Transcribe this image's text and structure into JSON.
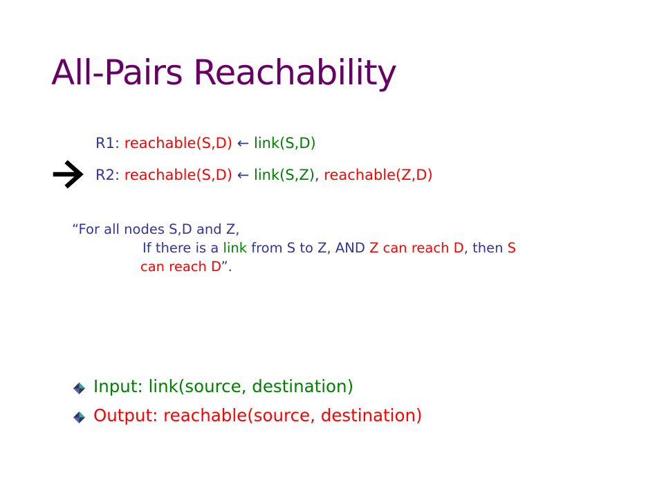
{
  "colors": {
    "title": "#660066",
    "navy": "#333399",
    "red": "#ff0000",
    "green": "#008000",
    "black": "#000000",
    "bullet_dark": "#333366",
    "bullet_light": "#33aa99"
  },
  "title": "All-Pairs Reachability",
  "rules": {
    "r1": {
      "label": "R1: ",
      "head": "reachable(S,D)",
      "arrow": " ← ",
      "body1": "link(S,D)"
    },
    "r2": {
      "label": "R2: ",
      "head": "reachable(S,D)",
      "arrow": " ← ",
      "body1": "link(S,Z)",
      "sep": ", ",
      "body2": "reachable(Z,D)"
    },
    "pointer_icon": "right-arrow-icon"
  },
  "quote": {
    "line1": "“For all nodes S,D and Z,",
    "line2_pre": "If there is a ",
    "line2_link": "link",
    "line2_from": " from S to Z, AND ",
    "line2_reach": "Z can reach D",
    "line2_then": ", then ",
    "line2_s": "S",
    "line3": "can reach D",
    "line3_end": "”."
  },
  "bullets": {
    "icon": "diamond-bullet-icon",
    "input": "Input: link(source, destination)",
    "output": "Output: reachable(source, destination)"
  }
}
